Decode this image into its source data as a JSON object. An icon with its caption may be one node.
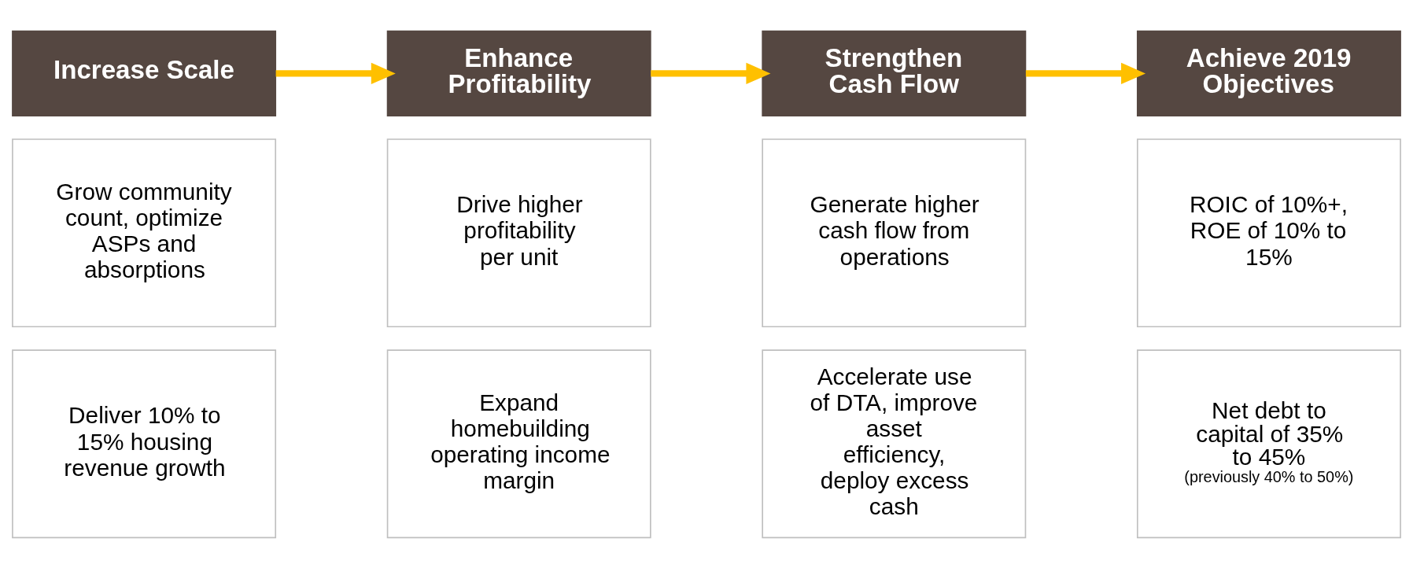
{
  "diagram": {
    "nodes": [
      {
        "text": [
          "Increase Scale"
        ]
      },
      {
        "text": [
          "Grow community count, optimize ASPs and absorptions"
        ]
      },
      {
        "text": [
          "Deliver 10% to 15% housing revenue growth"
        ]
      },
      {
        "text": [
          "Enhance Profitability"
        ]
      },
      {
        "text": [
          "Drive higher profitability per unit"
        ]
      },
      {
        "text": [
          "Expand homebuilding operating income margin"
        ]
      },
      {
        "text": [
          "Strengthen Cash Flow"
        ]
      },
      {
        "text": [
          "Generate higher cash flow from operations"
        ]
      },
      {
        "text": [
          "Accelerate use of DTA, improve asset efficiency, deploy excess cash"
        ]
      },
      {
        "text": [
          "Achieve 2019 Objectives"
        ]
      },
      {
        "text": [
          "ROIC of 10%+, ROE of 10% to 15%"
        ]
      },
      {
        "text": [
          "Net debt to capital of 35% to 45%",
          "(previously 40% to 50%)"
        ]
      }
    ],
    "edges": [
      {
        "from": 0,
        "to": 3,
        "arrow": "to"
      },
      {
        "from": 3,
        "to": 6,
        "arrow": "to"
      },
      {
        "from": 6,
        "to": 9,
        "arrow": "to"
      }
    ]
  }
}
